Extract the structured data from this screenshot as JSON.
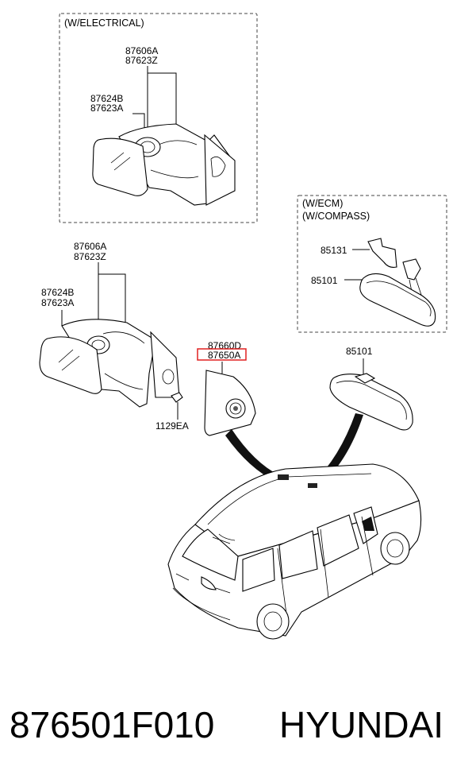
{
  "groups": {
    "electrical": {
      "title": "(W/ELECTRICAL)"
    },
    "ecm": {
      "title_line1": "(W/ECM)",
      "title_line2": "(W/COMPASS)"
    }
  },
  "labels": {
    "elec_a1": "87606A",
    "elec_a2": "87623Z",
    "elec_b1": "87624B",
    "elec_b2": "87623A",
    "mirror_a1": "87606A",
    "mirror_a2": "87623Z",
    "mirror_b1": "87624B",
    "mirror_b2": "87623A",
    "screw": "1129EA",
    "cover1": "87660D",
    "cover2": "87650A",
    "ecm_sensor": "85131",
    "ecm_mirror": "85101",
    "inside_mirror": "85101"
  },
  "highlight_color": "#e02020",
  "footer": {
    "part_number": "876501F010",
    "brand": "HYUNDAI"
  }
}
